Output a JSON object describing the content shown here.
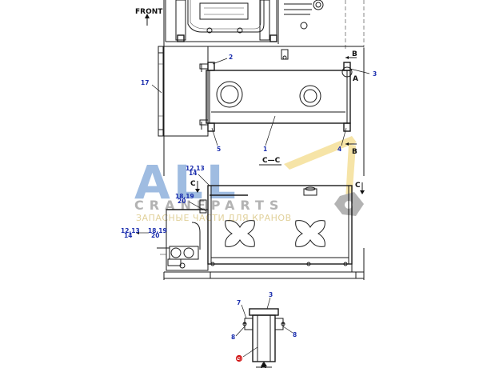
{
  "drawing": {
    "front_label": "FRONT",
    "section_title": "C—C",
    "view_letters": {
      "A_top": "A",
      "A_bottom": "A",
      "B_top": "B",
      "B_bottom": "B",
      "C_left": "C",
      "C_right": "C"
    }
  },
  "callouts": {
    "top_view": {
      "c1": "1",
      "c2": "2",
      "c3": "3",
      "c4": "4",
      "c5": "5",
      "c17": "17"
    },
    "side_view": {
      "c12_13_a": "12,13",
      "c14_a": "14",
      "c18_19_a": "18,19",
      "c20_a": "20",
      "c12_13_b": "12,13",
      "c14_b": "14",
      "c18_19_b": "18,19",
      "c20_b": "20"
    },
    "detail_view": {
      "c3": "3",
      "c7": "7",
      "c8_left": "8",
      "c8_right": "8",
      "c9": "9"
    }
  },
  "watermark": {
    "line1": "ALL",
    "line2": "CRANEPARTS",
    "line3": "ЗАПАСНЫЕ ЧАСТИ ДЛЯ КРАНОВ",
    "colors": {
      "blue": "#7fa6d8",
      "yellow": "#f3dc8a",
      "grey": "#9a9a9a"
    }
  }
}
